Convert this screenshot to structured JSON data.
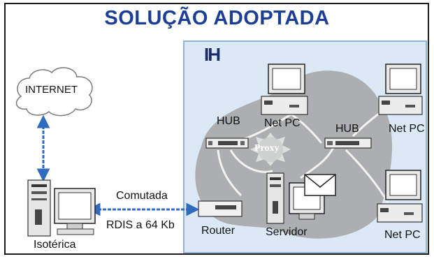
{
  "title": "SOLUÇÃO ADOPTADA",
  "logo": "IH",
  "cloud_label": "INTERNET",
  "left_site_label": "Isotérica",
  "link_label_top": "Comutada",
  "link_label_bottom": "RDIS a 64 Kb",
  "nodes": {
    "router": "Router",
    "servidor": "Servidor",
    "hub_left": "HUB",
    "hub_right": "HUB",
    "proxy": "Proxy",
    "netpc_top_mid": "Net PC",
    "netpc_top_right": "Net PC",
    "netpc_bottom_right": "Net PC"
  },
  "colors": {
    "title": "#1c3f95",
    "panel": "#dbe9f7",
    "panel_border": "#8fb3db",
    "blob": "#9a9a9a",
    "arrow": "#2f6cc0"
  }
}
